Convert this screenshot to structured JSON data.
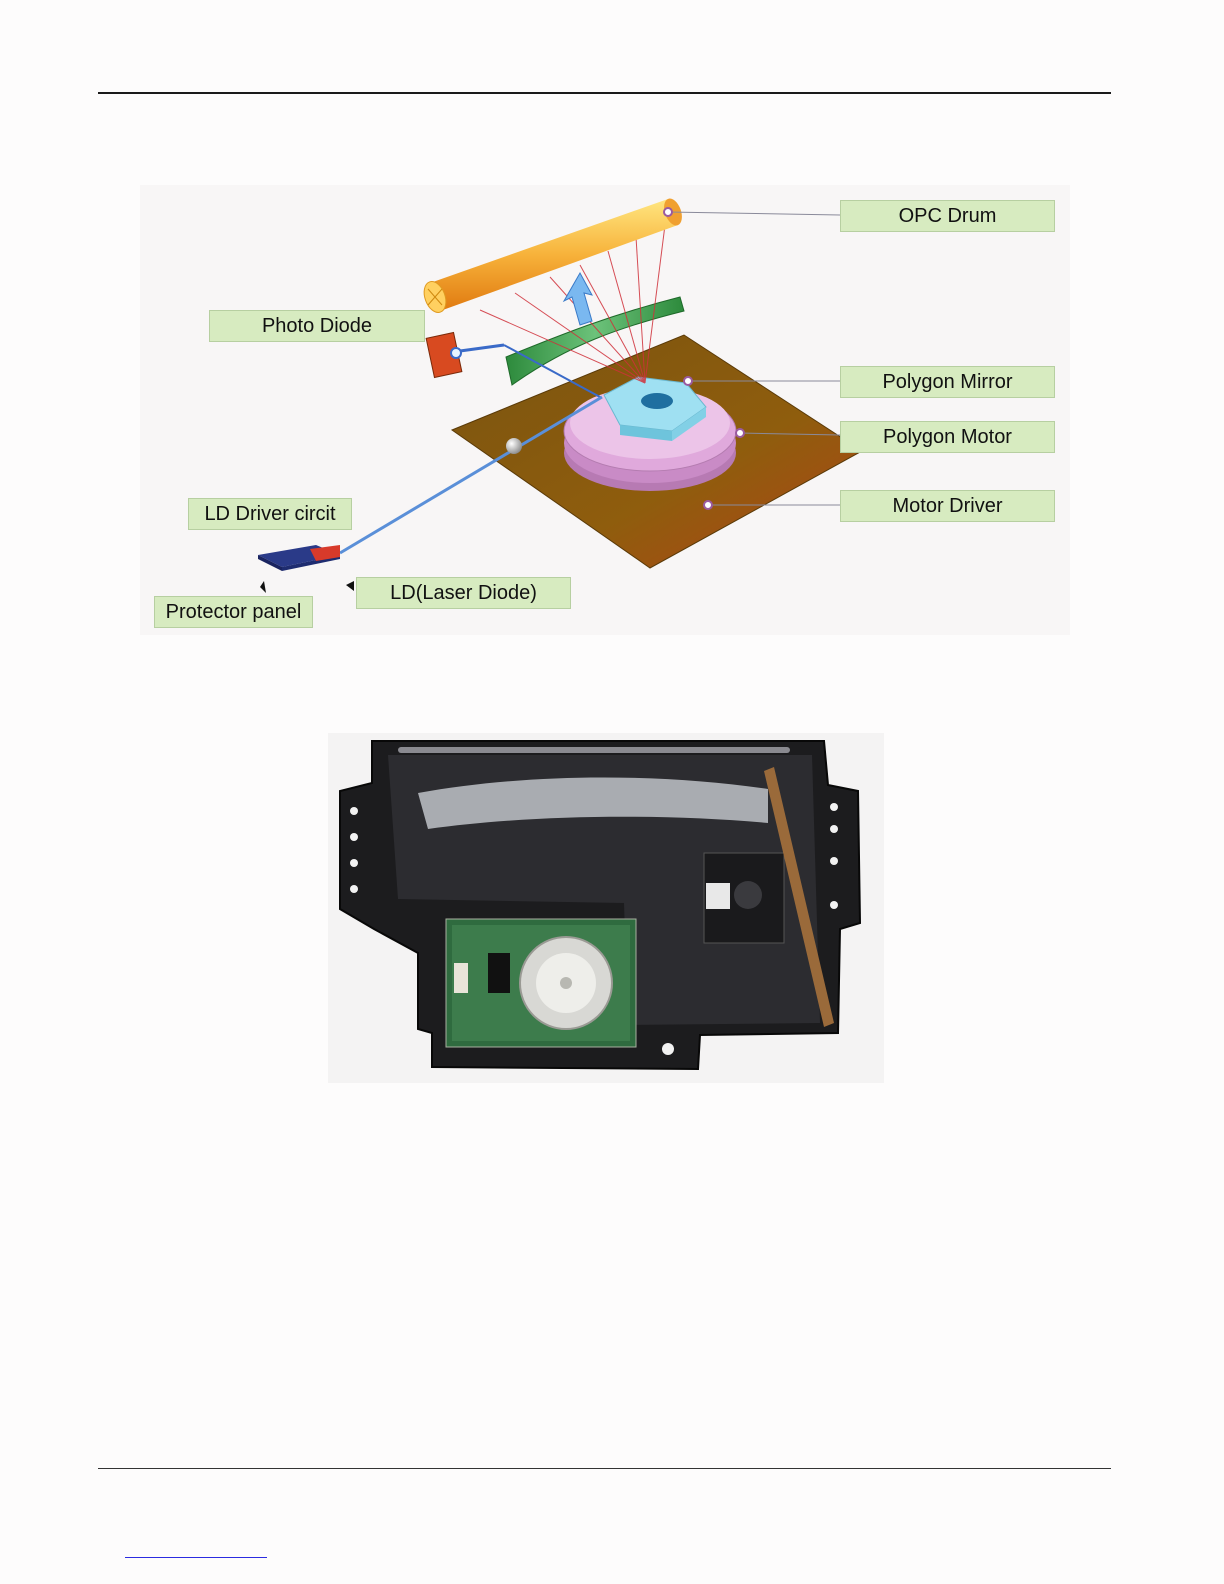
{
  "diagram": {
    "labels": {
      "opc_drum": "OPC Drum",
      "photo_diode": "Photo Diode",
      "polygon_mirror": "Polygon Mirror",
      "polygon_motor": "Polygon Motor",
      "motor_driver": "Motor Driver",
      "ld_driver": "LD Driver circit",
      "laser_diode": "LD(Laser Diode)",
      "protector_panel": "Protector panel"
    },
    "colors": {
      "label_fill": "#d7ebc0",
      "drum": "#f5a623",
      "board": "#8a5a0c",
      "polygon_motor": "#d69ad3",
      "polygon_mirror": "#a8e6f5",
      "lens": "#3ea04a",
      "beam": "#4a7fd0",
      "scan_lines": "#d0303a"
    }
  },
  "photo": {
    "subject": "laser scanner unit photograph"
  }
}
